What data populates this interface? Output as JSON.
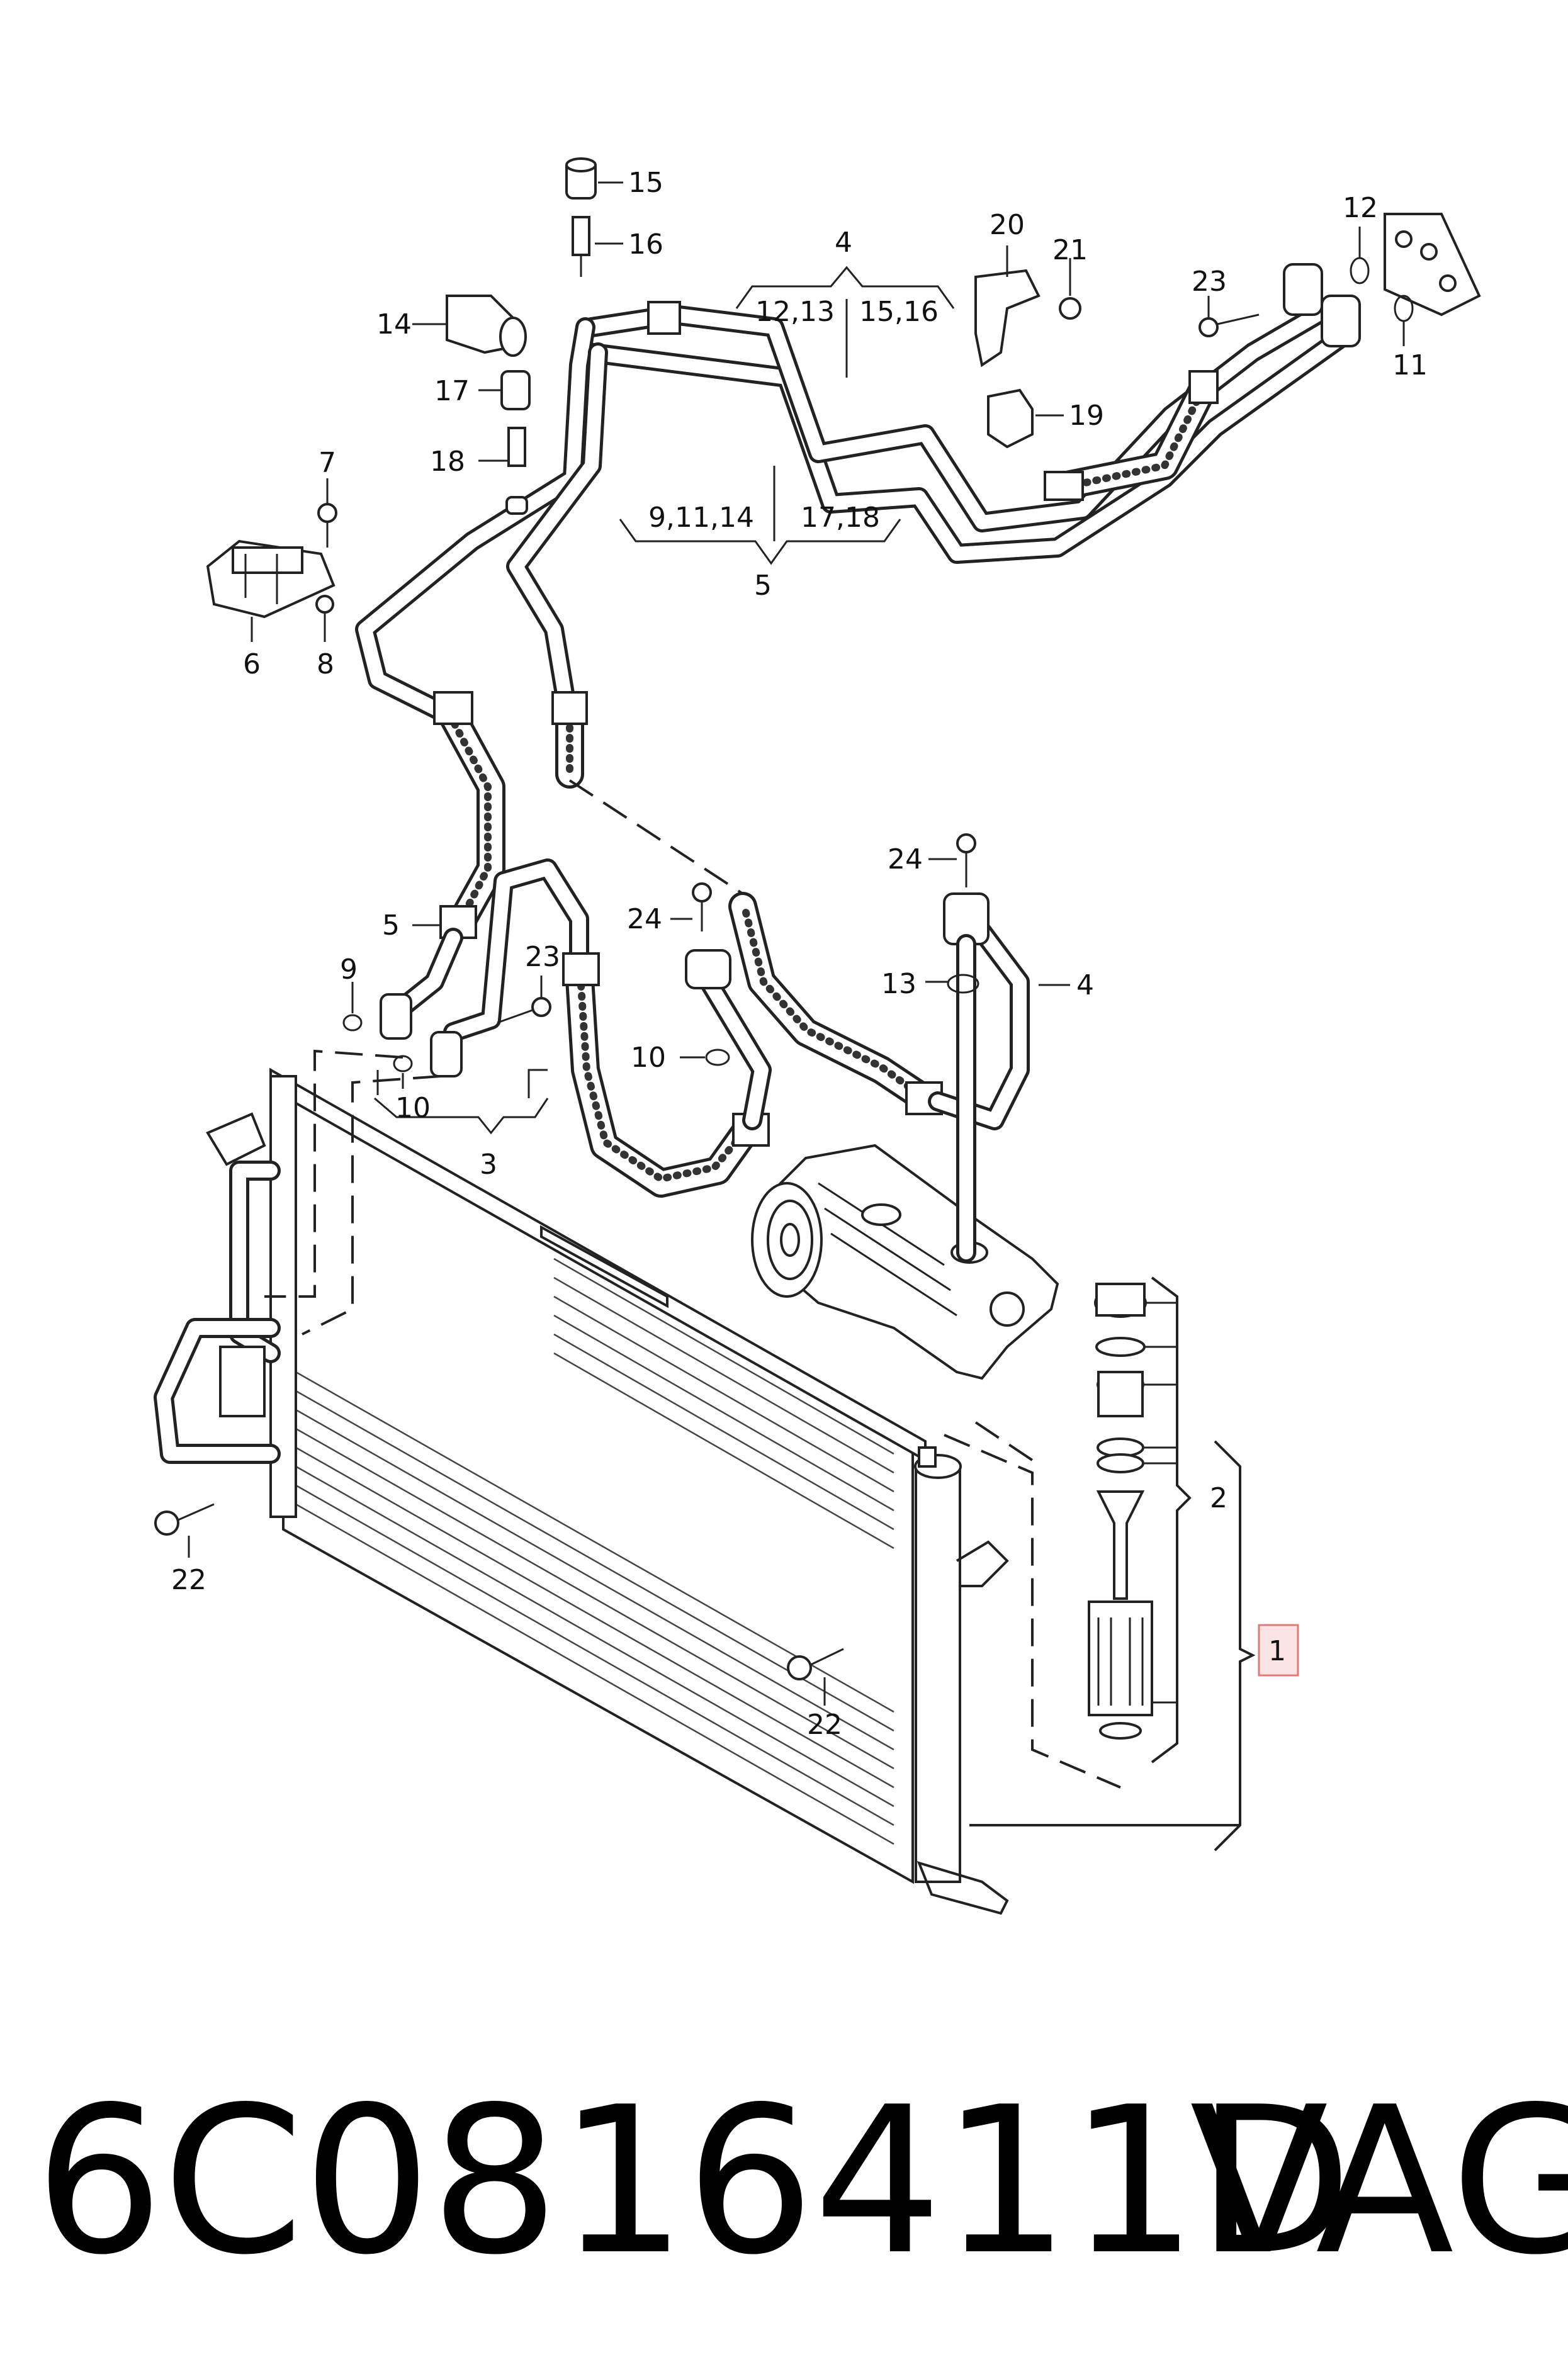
{
  "callouts": {
    "c1": "1",
    "c2": "2",
    "c3": "3",
    "c4_top": "4",
    "c4_left": "12,13",
    "c4_right": "15,16",
    "c4_mid": "4",
    "c5_top": "5",
    "c5_left": "9,11,14",
    "c5_right": "17,18",
    "c5_mid": "5",
    "c6": "6",
    "c7": "7",
    "c8": "8",
    "c9": "9",
    "c10_a": "10",
    "c10_b": "10",
    "c11": "11",
    "c12": "12",
    "c13": "13",
    "c14": "14",
    "c15": "15",
    "c16": "16",
    "c17": "17",
    "c18": "18",
    "c19": "19",
    "c20": "20",
    "c21": "21",
    "c22_a": "22",
    "c22_b": "22",
    "c23_a": "23",
    "c23_b": "23",
    "c24_a": "24",
    "c24_b": "24"
  },
  "footer": {
    "part_number": "6C0816411D",
    "brand": "VAG"
  },
  "colors": {
    "highlight_box_fill": "#fde4e4",
    "highlight_box_stroke": "#e07a7a",
    "line": "#222222"
  }
}
